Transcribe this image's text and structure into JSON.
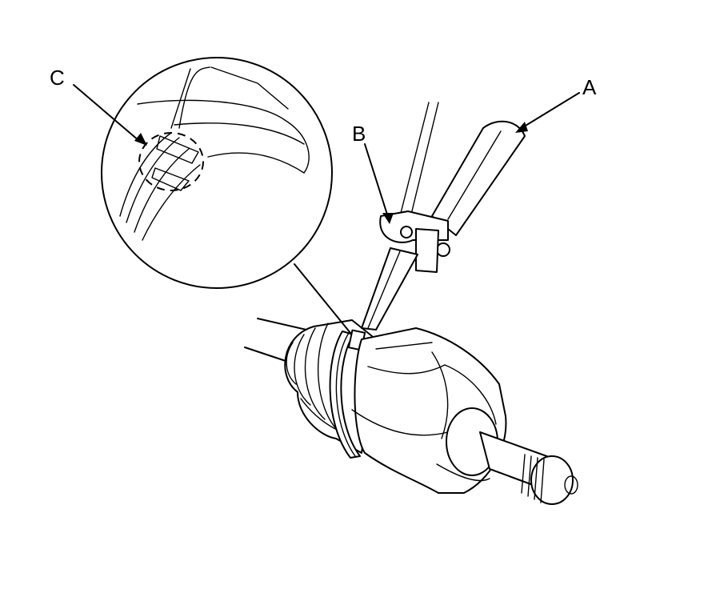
{
  "diagram": {
    "callouts": [
      {
        "id": "A",
        "text": "A"
      },
      {
        "id": "B",
        "text": "B"
      },
      {
        "id": "C",
        "text": "C"
      }
    ],
    "colors": {
      "ink": "#000000",
      "paper": "#ffffff"
    }
  }
}
